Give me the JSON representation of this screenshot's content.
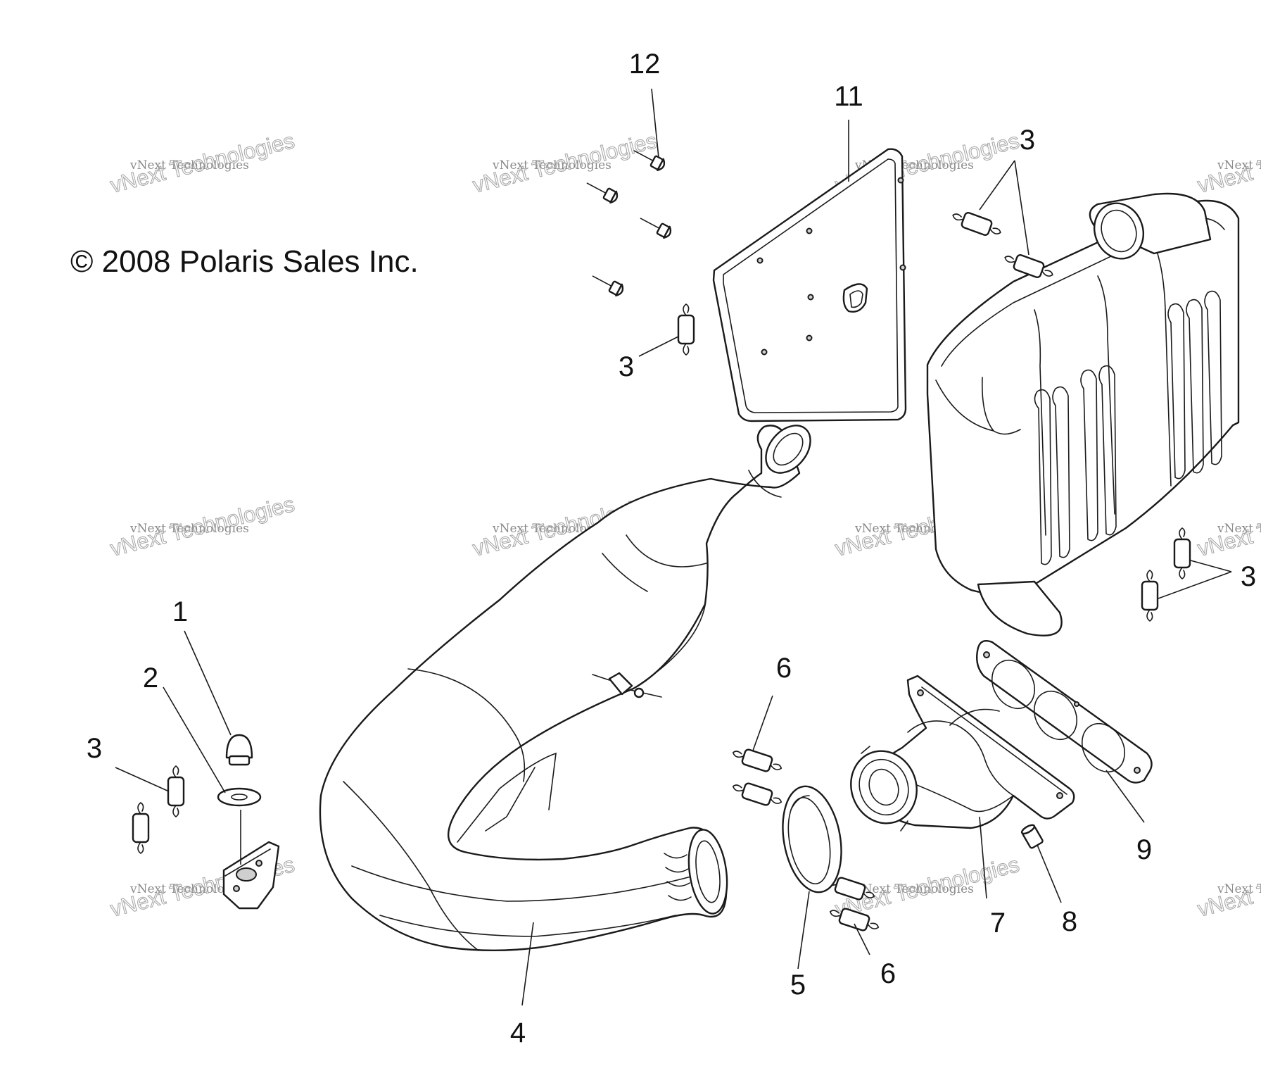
{
  "copyright": "© 2008 Polaris Sales Inc.",
  "watermark": {
    "line1": "vNext Technologies",
    "line2": "vNext Technologies"
  },
  "callouts": {
    "c1": "1",
    "c2": "2",
    "c3a": "3",
    "c3b": "3",
    "c3c": "3",
    "c3d": "3",
    "c4": "4",
    "c5": "5",
    "c6a": "6",
    "c6b": "6",
    "c7": "7",
    "c8": "8",
    "c9": "9",
    "c11": "11",
    "c12": "12"
  },
  "colors": {
    "line": "#1a1a1a",
    "background": "#ffffff",
    "watermark": "#a9a9a9"
  }
}
